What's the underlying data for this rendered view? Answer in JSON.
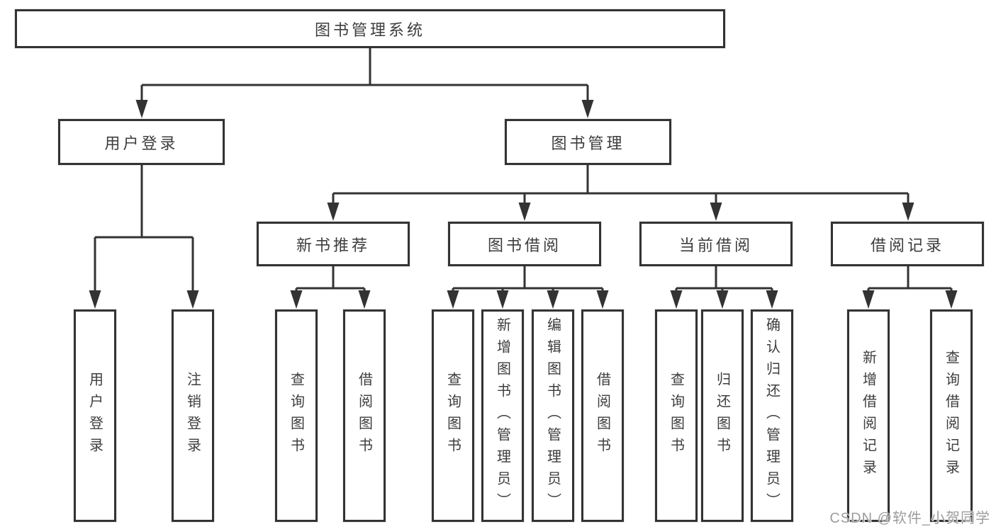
{
  "diagram": {
    "root": {
      "label": "图书管理系统"
    },
    "level2": [
      {
        "label": "用户登录"
      },
      {
        "label": "图书管理"
      }
    ],
    "level3": [
      {
        "label": "新书推荐",
        "parent": "图书管理"
      },
      {
        "label": "图书借阅",
        "parent": "图书管理"
      },
      {
        "label": "当前借阅",
        "parent": "图书管理"
      },
      {
        "label": "借阅记录",
        "parent": "图书管理"
      }
    ],
    "leaves": [
      {
        "label": "用户登录",
        "parent": "用户登录"
      },
      {
        "label": "注销登录",
        "parent": "用户登录"
      },
      {
        "label": "查询图书",
        "parent": "新书推荐"
      },
      {
        "label": "借阅图书",
        "parent": "新书推荐"
      },
      {
        "label": "查询图书",
        "parent": "图书借阅"
      },
      {
        "label": "新增图书（管理员）",
        "parent": "图书借阅"
      },
      {
        "label": "编辑图书（管理员）",
        "parent": "图书借阅"
      },
      {
        "label": "借阅图书",
        "parent": "图书借阅"
      },
      {
        "label": "查询图书",
        "parent": "当前借阅"
      },
      {
        "label": "归还图书",
        "parent": "当前借阅"
      },
      {
        "label": "确认归还（管理员）",
        "parent": "当前借阅"
      },
      {
        "label": "新增借阅记录",
        "parent": "借阅记录"
      },
      {
        "label": "查询借阅记录",
        "parent": "借阅记录"
      }
    ]
  },
  "watermark": {
    "text": "CSDN @软件_小贺同学",
    "color": "#9c9c9c"
  },
  "colors": {
    "background": "#ffffff",
    "box_border": "#333333",
    "connector": "#333333",
    "text": "#3d3d3d"
  }
}
